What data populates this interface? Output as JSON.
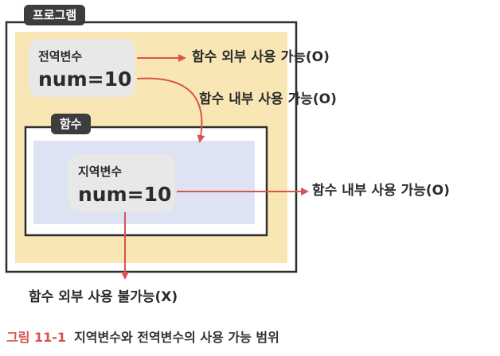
{
  "program": {
    "tag": "프로그램"
  },
  "function": {
    "tag": "함수"
  },
  "global_var": {
    "title": "전역변수",
    "value": "num=10"
  },
  "local_var": {
    "title": "지역변수",
    "value": "num=10"
  },
  "arrows": {
    "global_outside": "함수 외부 사용 가능(O)",
    "global_inside": "함수 내부 사용 가능(O)",
    "local_inside": "함수 내부 사용 가능(O)",
    "local_outside": "함수 외부 사용 불가능(X)"
  },
  "caption": {
    "figure_number": "그림 11-1",
    "text": "지역변수와 전역변수의 사용 가능 범위"
  },
  "colors": {
    "program_fill": "#f8e6b4",
    "function_fill": "#dde3f3",
    "variable_box": "#e8e8e8",
    "arrow": "#d9534f",
    "outline": "#2f2f2f",
    "caption_accent": "#d9534f"
  }
}
